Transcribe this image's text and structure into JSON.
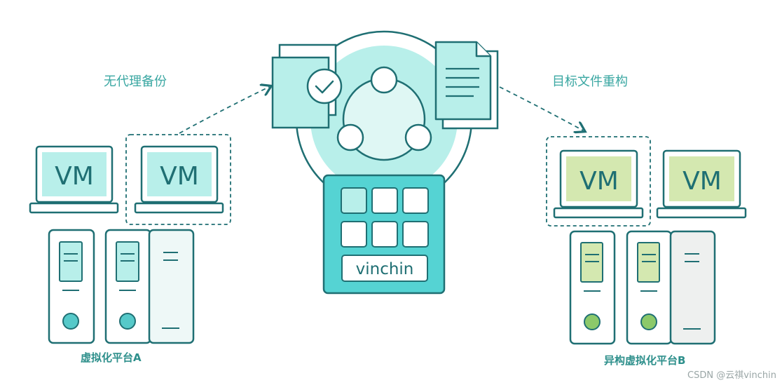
{
  "labels": {
    "agentless_backup": "无代理备份",
    "target_rebuild": "目标文件重构",
    "platform_a": "虚拟化平台A",
    "platform_b": "异构虚拟化平台B",
    "vm": "VM",
    "brand": "vinchin",
    "watermark": "CSDN @云祺vinchin"
  },
  "icons": {
    "center_hub": "sync-cycle-icon",
    "backup_doc": "checked-document-icon",
    "target_doc": "text-document-icon",
    "storage_grid": "backup-storage-grid-icon"
  },
  "colors": {
    "stroke": "#1f6f73",
    "teal_fill": "#b8efea",
    "teal_light": "#dff7f4",
    "green_fill": "#d4e8b0",
    "green_dot": "#8cc96a",
    "teal_dot": "#56c9c9",
    "gray_fill": "#eef0ef",
    "storage_fill": "#55d3d3",
    "label_text": "#3aa7a2"
  }
}
